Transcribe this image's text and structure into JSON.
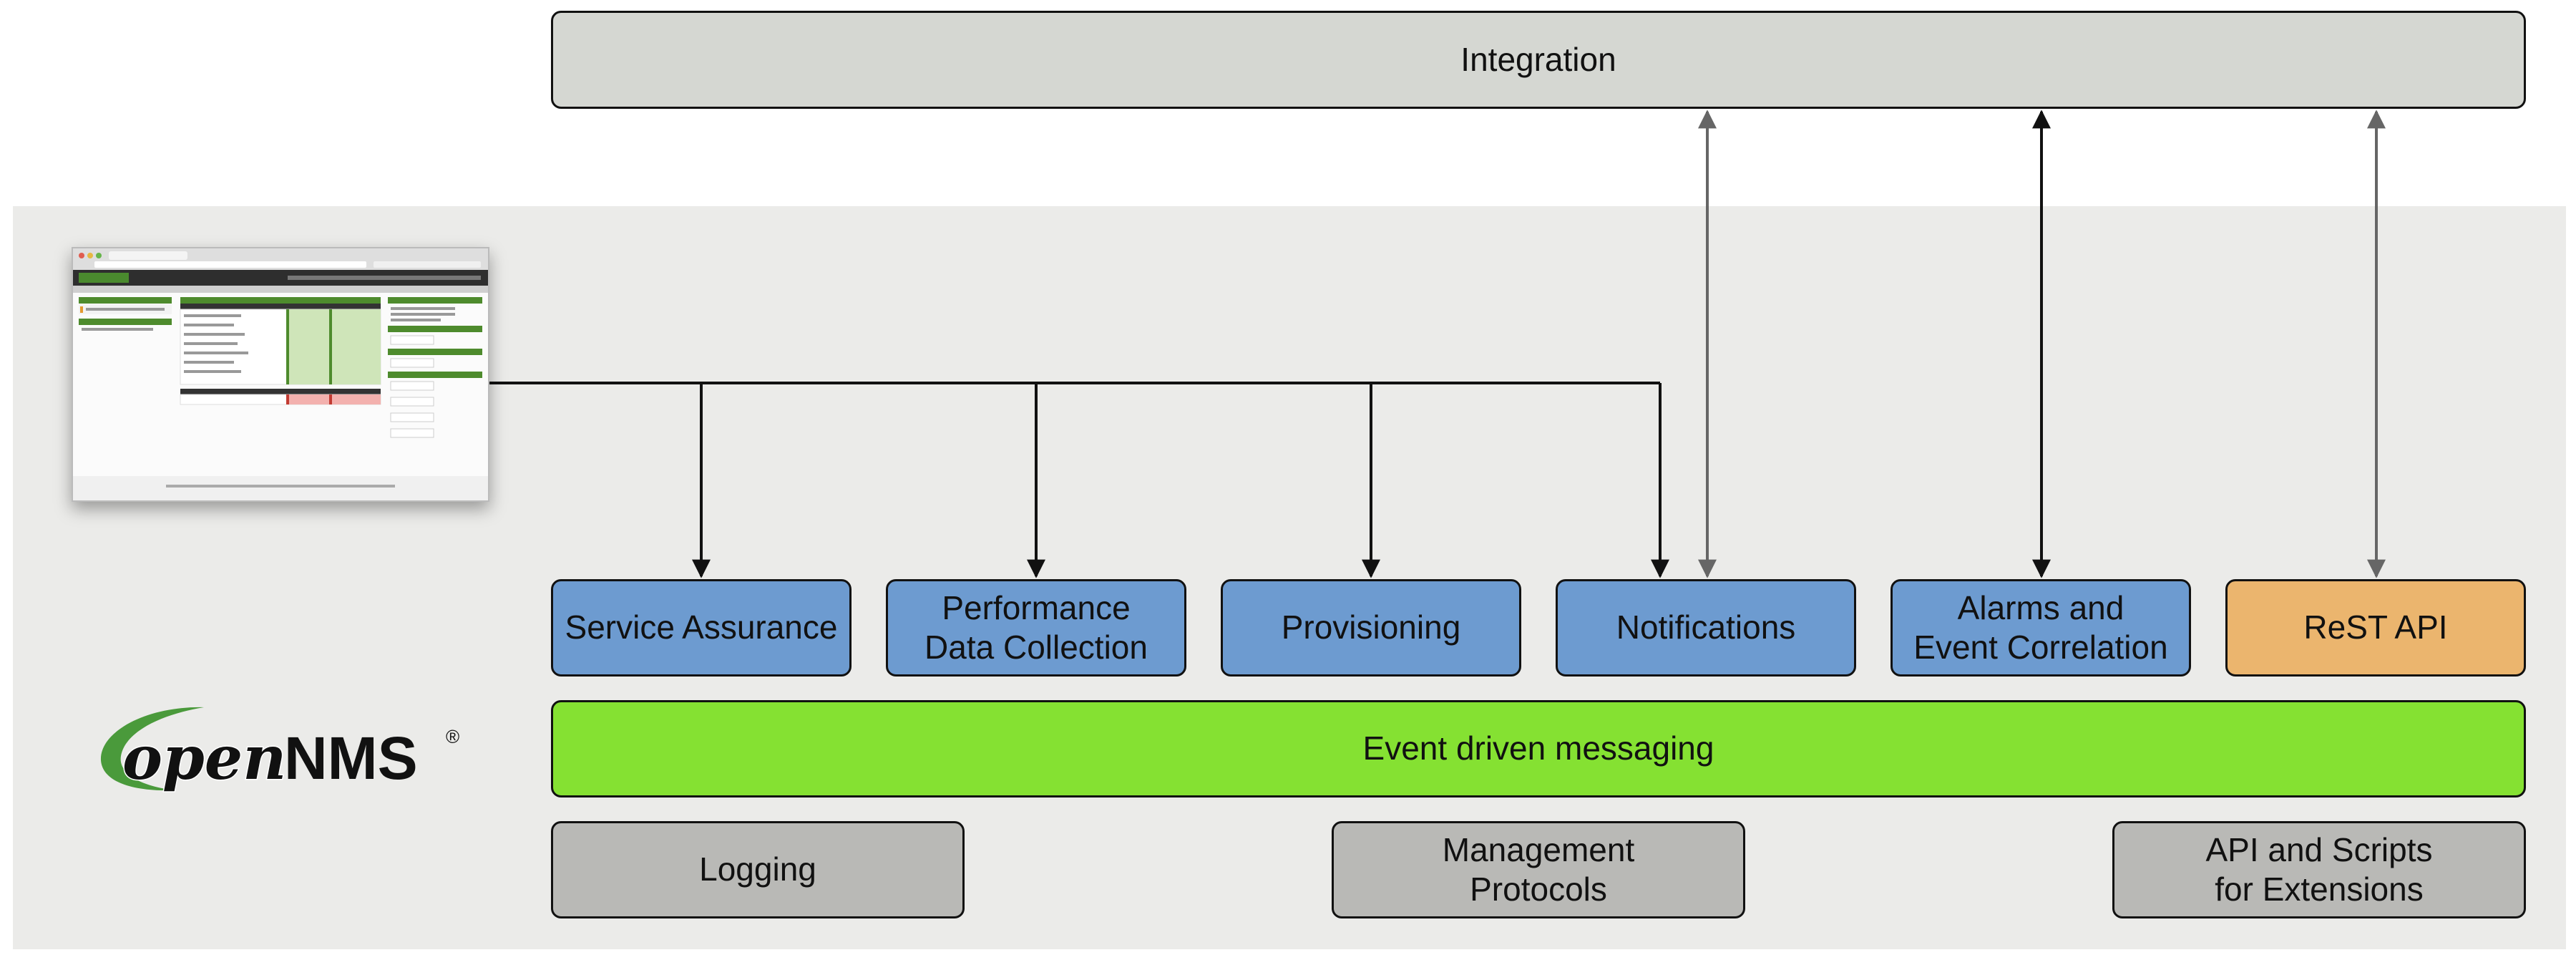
{
  "colors": {
    "integration": "#d5d7d2",
    "module": "#6d9bd0",
    "rest_api": "#ebb56e",
    "bus": "#85e132",
    "base": "#b9b9b6",
    "panel": "#ebebe9",
    "logo_green": "#4a9a3b"
  },
  "integration": {
    "label": "Integration"
  },
  "modules": [
    {
      "label": "Service Assurance"
    },
    {
      "label": "Performance\nData Collection"
    },
    {
      "label": "Provisioning"
    },
    {
      "label": "Notifications"
    },
    {
      "label": "Alarms and\nEvent Correlation"
    },
    {
      "label": "ReST API"
    }
  ],
  "bus": {
    "label": "Event driven messaging"
  },
  "base": [
    {
      "label": "Logging"
    },
    {
      "label": "Management\nProtocols"
    },
    {
      "label": "API and Scripts\nfor Extensions"
    }
  ],
  "logo": {
    "open": "open",
    "nms": "NMS",
    "mark": "®"
  },
  "screenshot": {
    "icon": "opennms-web-ui-screenshot"
  }
}
